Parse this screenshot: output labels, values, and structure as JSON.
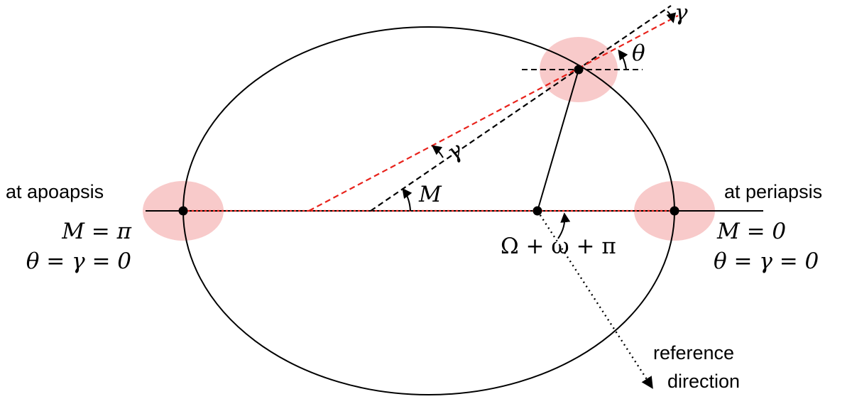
{
  "labels": {
    "apoapsis": "at apoapsis",
    "apoapsis_M": "M = π",
    "apoapsis_theta": "θ = γ = 0",
    "periapsis": "at periapsis",
    "periapsis_M": "M = 0",
    "periapsis_theta": "θ = γ = 0",
    "angle_M": "M",
    "angle_gamma_inner": "γ",
    "angle_gamma_outer": "γ",
    "angle_theta": "θ",
    "angle_reference": "Ω + ω + π",
    "reference_line1": "reference",
    "reference_line2": "direction"
  },
  "colors": {
    "orbit": "#000000",
    "red_line": "#e8221b",
    "highlight": "#f4a6a6"
  }
}
